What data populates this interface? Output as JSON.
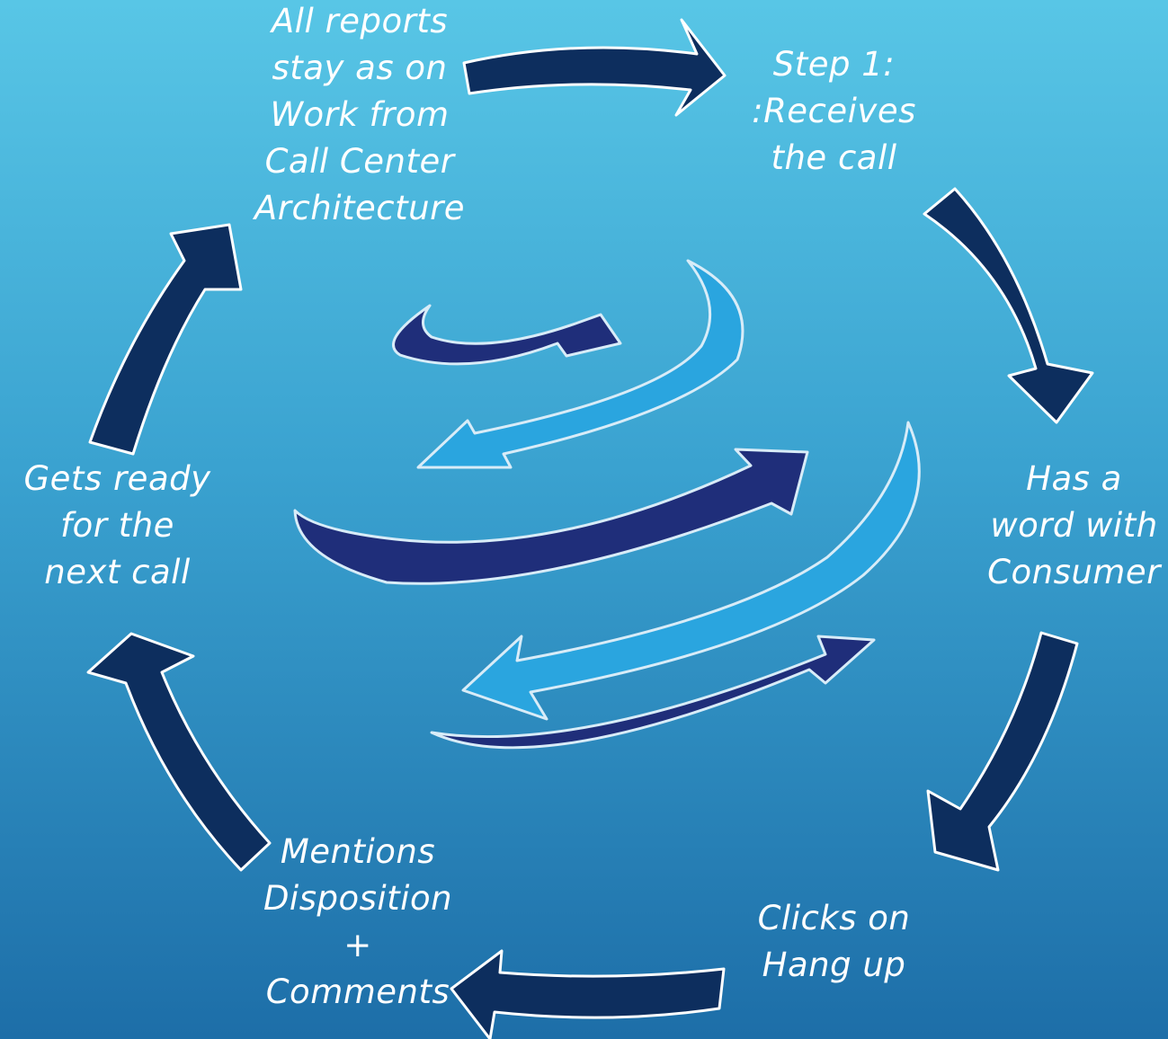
{
  "steps": [
    {
      "id": "step1",
      "lines": [
        "Step 1:",
        ":Receives",
        "the call"
      ]
    },
    {
      "id": "step2",
      "lines": [
        "Has a",
        "word with",
        "Consumer"
      ]
    },
    {
      "id": "step3",
      "lines": [
        "Clicks on",
        "Hang up"
      ]
    },
    {
      "id": "step4",
      "lines": [
        "Mentions",
        "Disposition",
        "+",
        "Comments"
      ]
    },
    {
      "id": "step5",
      "lines": [
        "Gets ready",
        "for the",
        "next call"
      ]
    },
    {
      "id": "step6",
      "lines": [
        "All reports",
        "stay as on",
        "Work from",
        "Call Center",
        "Architecture"
      ]
    }
  ],
  "colors": {
    "cycle_arrow": "#0d2e5e",
    "cycle_arrow_outline": "#ffffff",
    "globe_dark": "#1f2e7a",
    "globe_light": "#2aa5df"
  },
  "icons": {
    "cycle_arrow": "curved-arrow-icon",
    "center_logo": "globe-arrows-icon"
  }
}
